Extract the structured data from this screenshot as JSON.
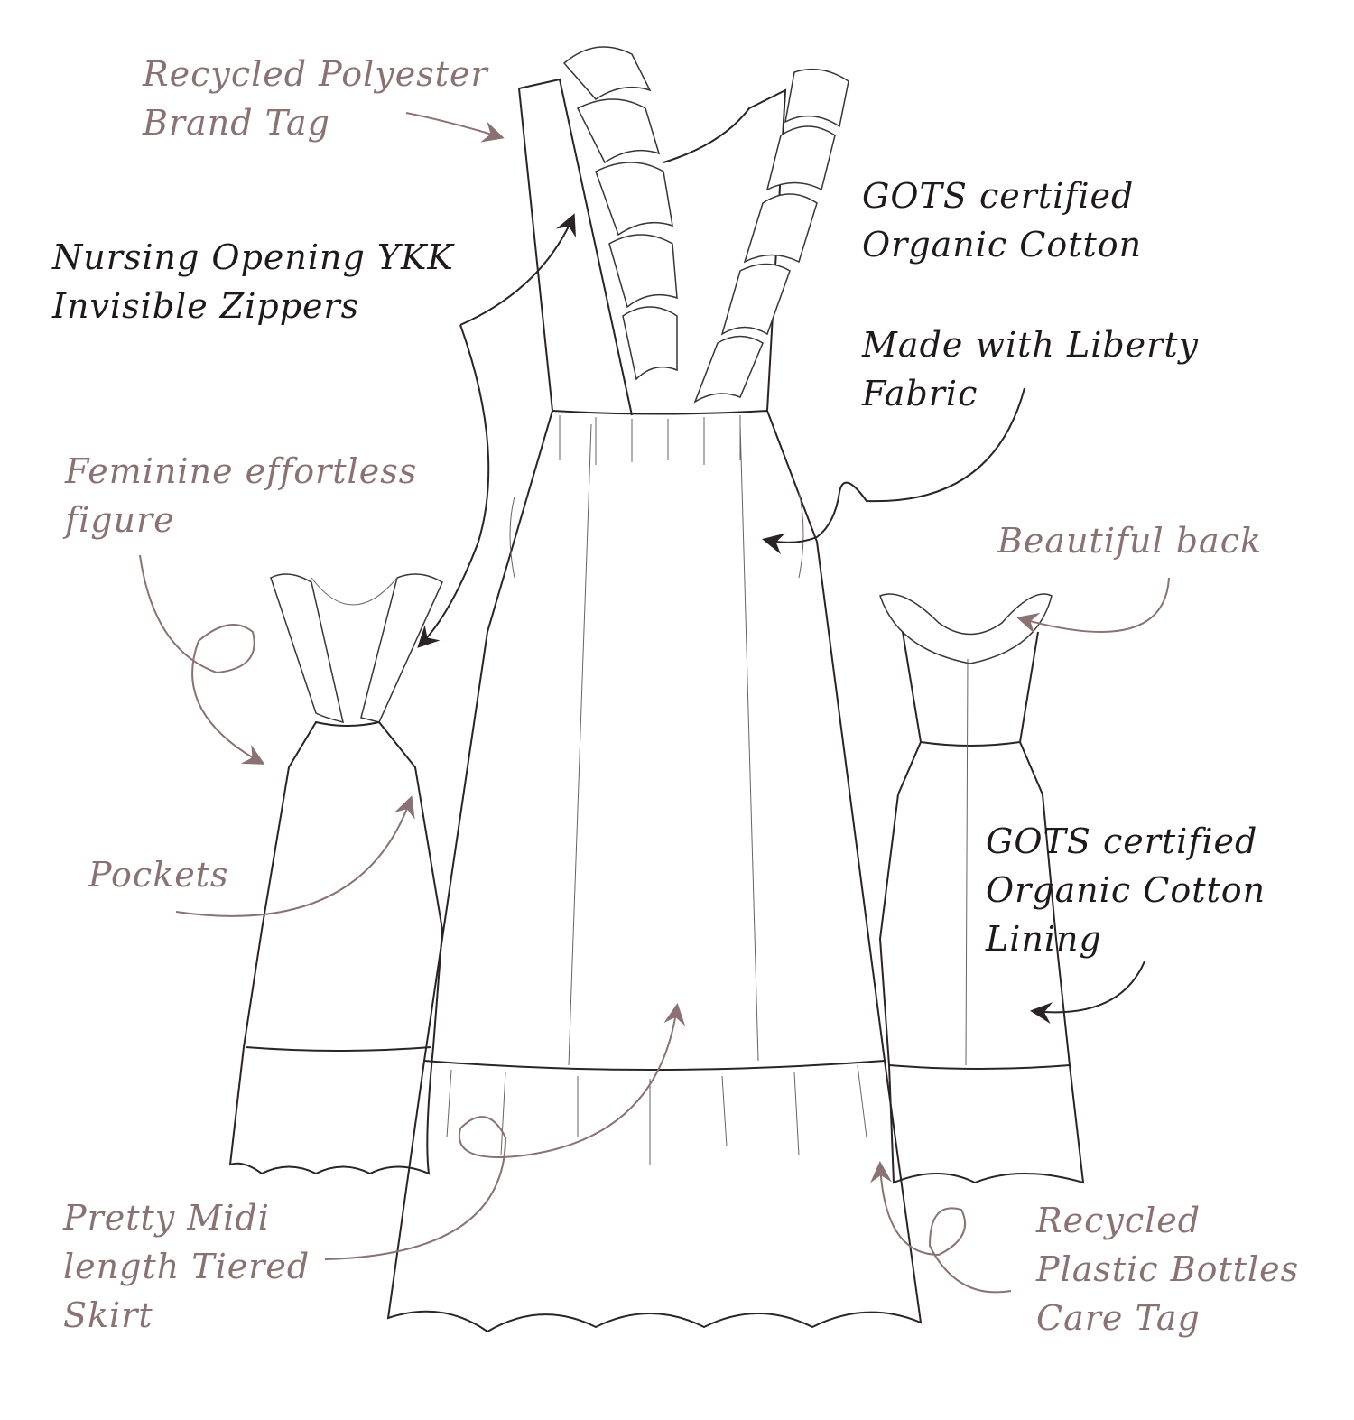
{
  "colors": {
    "mauve": "#8a7272",
    "black": "#1e1a1a"
  },
  "annotations": {
    "brand_tag": "Recycled Polyester\nBrand Tag",
    "nursing": "Nursing Opening YKK\nInvisible Zippers",
    "gots_front": "GOTS certified\nOrganic Cotton",
    "liberty": "Made with Liberty\nFabric",
    "feminine": "Feminine effortless\nfigure",
    "back": "Beautiful back",
    "pockets": "Pockets",
    "gots_lining": "GOTS certified\nOrganic Cotton\nLining",
    "skirt": "Pretty Midi\nlength Tiered\nSkirt",
    "care_tag": "Recycled\nPlastic Bottles\nCare Tag"
  }
}
